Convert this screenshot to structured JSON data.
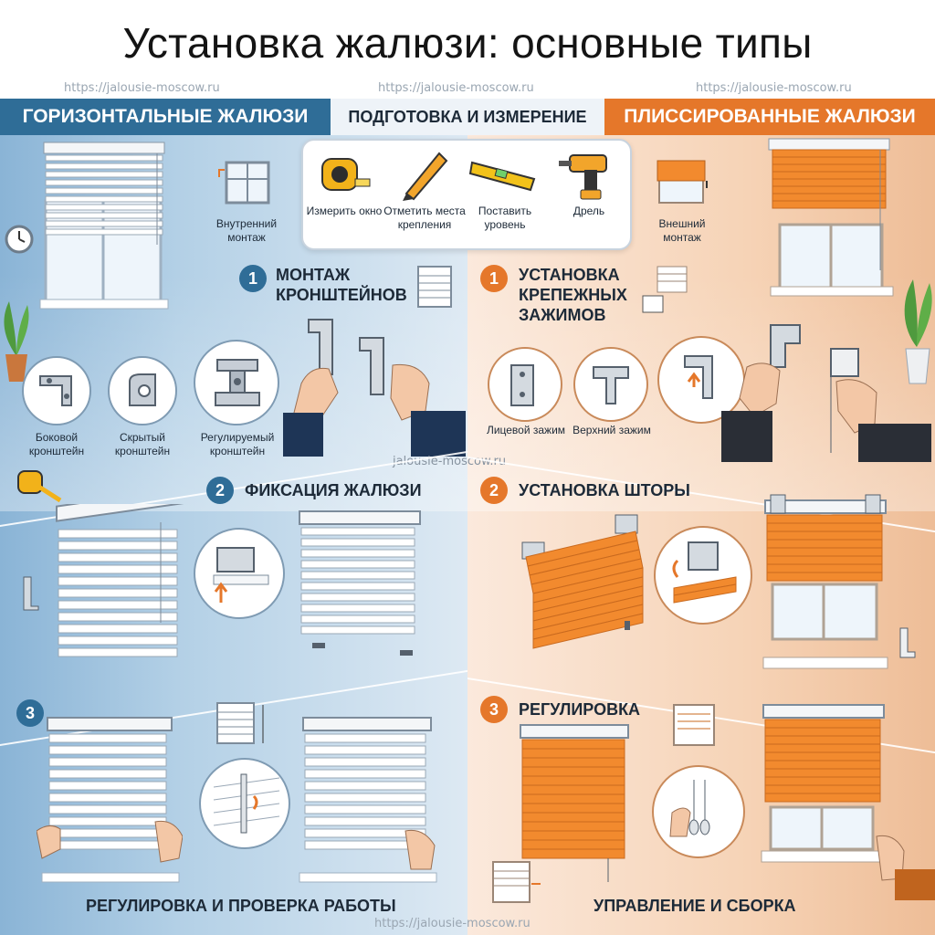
{
  "title": "Установка жалюзи: основные типы",
  "watermarks": {
    "top_left": "https://jalousie-moscow.ru",
    "top_center": "https://jalousie-moscow.ru",
    "top_right": "https://jalousie-moscow.ru",
    "middle": "jalousie-moscow.ru",
    "bottom": "https://jalousie-moscow.ru"
  },
  "headers": {
    "left": "ГОРИЗОНТАЛЬНЫЕ ЖАЛЮЗИ",
    "middle": "ПОДГОТОВКА И ИЗМЕРЕНИЕ",
    "right": "ПЛИССИРОВАННЫЕ ЖАЛЮЗИ"
  },
  "prep": {
    "tools": [
      {
        "label": "Измерить окно",
        "icon": "tape-measure-icon"
      },
      {
        "label": "Отметить места крепления",
        "icon": "pencil-icon"
      },
      {
        "label": "Поставить уровень",
        "icon": "level-icon"
      },
      {
        "label": "Дрель",
        "icon": "drill-icon"
      }
    ]
  },
  "left": {
    "mount_label": "Внутренний монтаж",
    "steps": [
      {
        "num": "1",
        "title": "МОНТАЖ КРОНШТЕЙНОВ"
      },
      {
        "num": "2",
        "title": "ФИКСАЦИЯ ЖАЛЮЗИ"
      },
      {
        "num": "3",
        "title": ""
      }
    ],
    "brackets": [
      {
        "label": "Боковой кронштейн"
      },
      {
        "label": "Скрытый кронштейн"
      },
      {
        "label": "Регулируемый кронштейн"
      }
    ],
    "bottom_title": "РЕГУЛИРОВКА И ПРОВЕРКА РАБОТЫ"
  },
  "right": {
    "mount_label": "Внешний монтаж",
    "steps": [
      {
        "num": "1",
        "title": "УСТАНОВКА КРЕПЕЖНЫХ ЗАЖИМОВ"
      },
      {
        "num": "2",
        "title": "УСТАНОВКА ШТОРЫ"
      },
      {
        "num": "3",
        "title": "РЕГУЛИРОВКА"
      }
    ],
    "clips": [
      {
        "label": "Лицевой зажим"
      },
      {
        "label": "Верхний зажим"
      }
    ],
    "bottom_title": "УПРАВЛЕНИЕ И СБОРКА"
  },
  "colors": {
    "blue": "#2f6d97",
    "orange": "#e5772a",
    "pleat": "#f28a2e"
  }
}
